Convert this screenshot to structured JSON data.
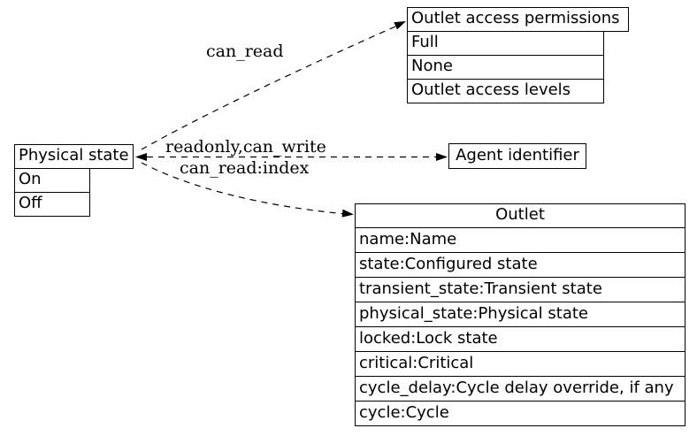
{
  "nodes": {
    "physical_state": {
      "title": "Physical state",
      "rows": [
        "On",
        "Off"
      ]
    },
    "outlet_access_permissions": {
      "title": "Outlet access permissions",
      "rows": [
        "Full",
        "None",
        "Outlet access levels"
      ]
    },
    "agent_identifier": {
      "title": "Agent identifier"
    },
    "outlet": {
      "title": "Outlet",
      "rows": [
        "name:Name",
        "state:Configured state",
        "transient_state:Transient state",
        "physical_state:Physical state",
        "locked:Lock state",
        "critical:Critical",
        "cycle_delay:Cycle delay override, if any",
        "cycle:Cycle"
      ]
    }
  },
  "edges": {
    "can_read": {
      "label": "can_read"
    },
    "readonly_can_write": {
      "label": "readonly,can_write"
    },
    "can_read_index": {
      "label": "can_read:index"
    }
  },
  "colors": {
    "background": "#ffffff",
    "line": "#000000",
    "text": "#000000"
  }
}
